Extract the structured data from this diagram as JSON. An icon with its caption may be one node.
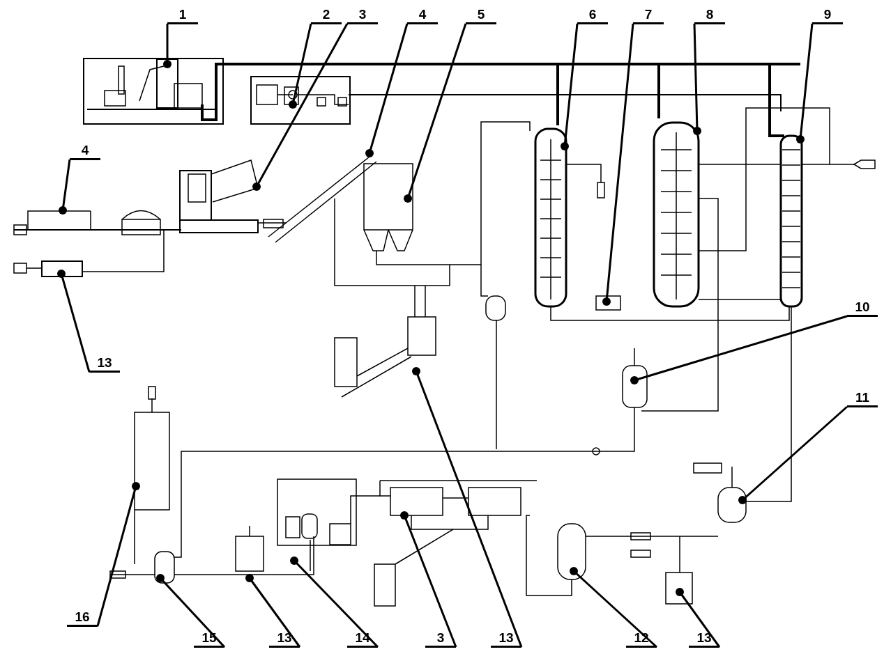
{
  "diagram": {
    "nodes": [
      {
        "text": [
          "1"
        ]
      },
      {
        "text": [
          "2"
        ]
      },
      {
        "text": [
          "3"
        ]
      },
      {
        "text": [
          "4"
        ]
      },
      {
        "text": [
          "5"
        ]
      },
      {
        "text": [
          "6"
        ]
      },
      {
        "text": [
          "7"
        ]
      },
      {
        "text": [
          "8"
        ]
      },
      {
        "text": [
          "9"
        ]
      },
      {
        "text": [
          "4"
        ]
      },
      {
        "text": [
          "13"
        ]
      },
      {
        "text": [
          "10"
        ]
      },
      {
        "text": [
          "11"
        ]
      },
      {
        "text": [
          "16"
        ]
      },
      {
        "text": [
          "15"
        ]
      },
      {
        "text": [
          "13"
        ]
      },
      {
        "text": [
          "14"
        ]
      },
      {
        "text": [
          "3"
        ]
      },
      {
        "text": [
          "13"
        ]
      },
      {
        "text": [
          "12"
        ]
      },
      {
        "text": [
          "13"
        ]
      }
    ],
    "edges": [
      {
        "from": 0,
        "to": null,
        "arrow": "other"
      },
      {
        "from": 1,
        "to": null,
        "arrow": "other"
      },
      {
        "from": 2,
        "to": null,
        "arrow": "other"
      },
      {
        "from": 3,
        "to": null,
        "arrow": "other"
      },
      {
        "from": 4,
        "to": null,
        "arrow": "other"
      },
      {
        "from": 5,
        "to": null,
        "arrow": "other"
      },
      {
        "from": 6,
        "to": null,
        "arrow": "other"
      },
      {
        "from": 7,
        "to": null,
        "arrow": "other"
      },
      {
        "from": 8,
        "to": null,
        "arrow": "other"
      },
      {
        "from": 9,
        "to": null,
        "arrow": "other"
      },
      {
        "from": 10,
        "to": null,
        "arrow": "other"
      },
      {
        "from": 11,
        "to": null,
        "arrow": "other"
      },
      {
        "from": 12,
        "to": null,
        "arrow": "other"
      },
      {
        "from": 13,
        "to": null,
        "arrow": "other"
      },
      {
        "from": 14,
        "to": null,
        "arrow": "other"
      },
      {
        "from": 15,
        "to": null,
        "arrow": "other"
      },
      {
        "from": 16,
        "to": null,
        "arrow": "other"
      },
      {
        "from": 17,
        "to": null,
        "arrow": "other"
      },
      {
        "from": 18,
        "to": null,
        "arrow": "other"
      },
      {
        "from": 19,
        "to": null,
        "arrow": "other"
      },
      {
        "from": 20,
        "to": null,
        "arrow": "other"
      }
    ]
  }
}
